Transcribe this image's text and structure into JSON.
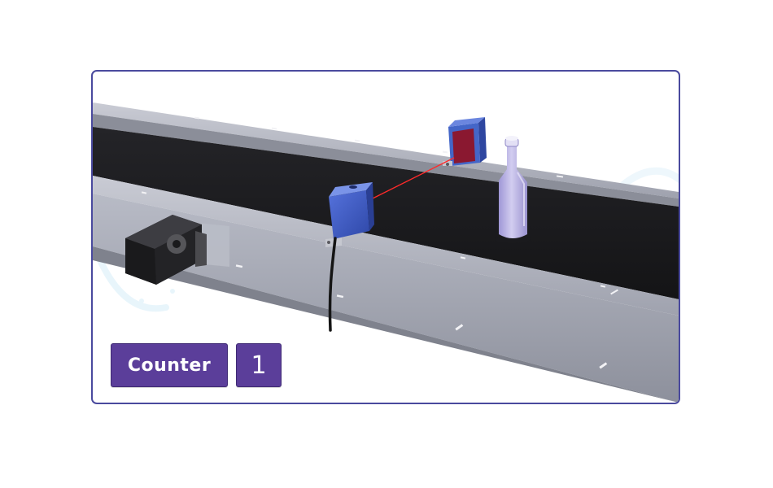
{
  "counter": {
    "label": "Counter",
    "value": "1"
  },
  "colors": {
    "frame_border": "#4a4a9e",
    "badge_fill": "#5b3e9a",
    "belt": "#1c1c1f",
    "rail": "#a9acb8",
    "sensor": "#3f5fc8",
    "reflector": "#8a1830",
    "laser": "#ff2a2a",
    "bottle": "#b9b2e2"
  },
  "icons": [
    "conveyor-belt",
    "stepper-motor-icon",
    "photoelectric-sensor-icon",
    "reflector-icon",
    "laser-beam",
    "bottle-icon"
  ]
}
